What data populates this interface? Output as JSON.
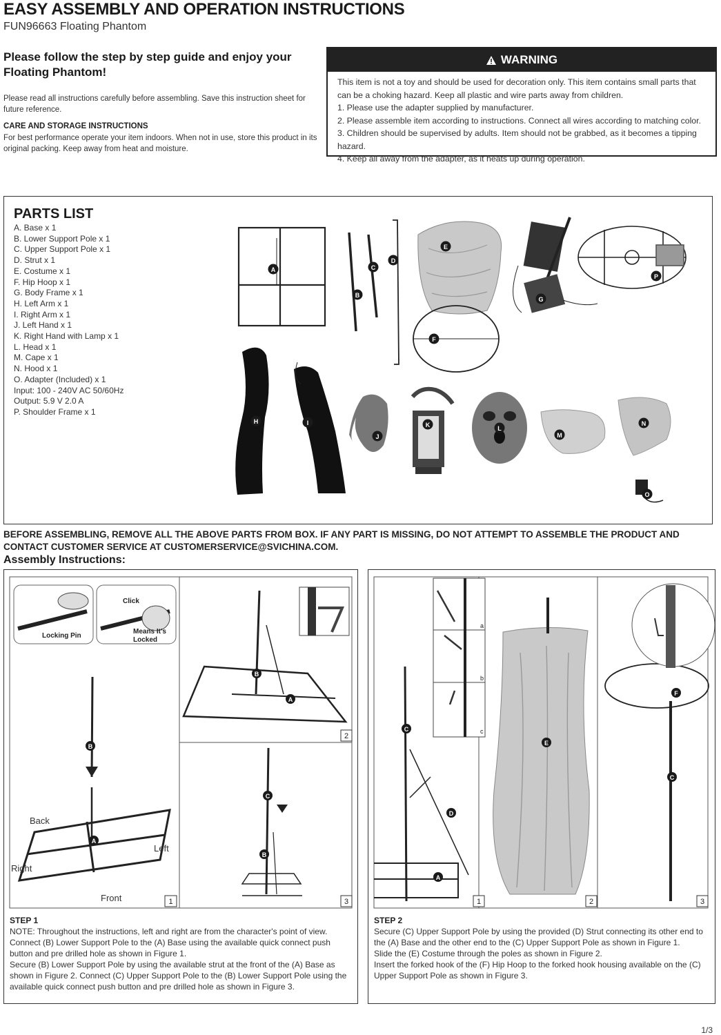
{
  "header": {
    "title": "EASY ASSEMBLY AND OPERATION INSTRUCTIONS",
    "model": "FUN96663 Floating Phantom"
  },
  "intro": {
    "heading_line1": "Please follow the step by step guide and enjoy your",
    "heading_line2": "Floating Phantom!",
    "text": "Please read all instructions carefully before assembling. Save this instruction sheet for future reference.",
    "care_heading": "CARE AND STORAGE INSTRUCTIONS",
    "care_text": "For best performance operate your item indoors. When not in use, store this product in its original packing. Keep away from heat and moisture."
  },
  "warning": {
    "title": "WARNING",
    "lines": [
      "This item is not a toy and should be used for decoration only. This item contains small parts that can be a choking hazard. Keep all plastic and wire parts away from children.",
      "1. Please use the adapter supplied by manufacturer.",
      "2. Please assemble item according to instructions. Connect all wires according to matching color.",
      "3. Children should be supervised by adults. Item should not be grabbed, as it becomes a tipping hazard.",
      "4. Keep all away from the adapter, as it heats up during operation."
    ]
  },
  "parts": {
    "title": "PARTS LIST",
    "items": [
      "A. Base x 1",
      "B. Lower Support Pole x 1",
      "C. Upper Support Pole x 1",
      "D. Strut x 1",
      "E. Costume x 1",
      "F. Hip Hoop x 1",
      "G. Body Frame x 1",
      "H. Left Arm x 1",
      "I. Right Arm x 1",
      "J. Left Hand x 1",
      "K. Right Hand with Lamp x 1",
      "L. Head x 1",
      "M. Cape x 1",
      "N. Hood x 1",
      "O. Adapter (Included) x 1",
      "Input: 100 - 240V AC 50/60Hz",
      "Output: 5.9 V 2.0 A",
      "P. Shoulder Frame x 1"
    ],
    "labels": {
      "a": "A",
      "b": "B",
      "c": "C",
      "d": "D",
      "e": "E",
      "f": "F",
      "g": "G",
      "h": "H",
      "i": "I",
      "j": "J",
      "k": "K",
      "l": "L",
      "m": "M",
      "n": "N",
      "o": "O",
      "p": "P"
    }
  },
  "notice": "BEFORE ASSEMBLING, REMOVE ALL THE ABOVE PARTS FROM BOX. IF ANY PART IS MISSING, DO NOT ATTEMPT TO ASSEMBLE THE PRODUCT AND CONTACT CUSTOMER SERVICE AT CUSTOMERSERVICE@SVICHINA.COM.",
  "assembly_heading": "Assembly Instructions:",
  "step1": {
    "figure_labels": {
      "locking_pin": "Locking Pin",
      "click": "Click",
      "means_locked_1": "Means It's",
      "means_locked_2": "Locked",
      "back": "Back",
      "left": "Left",
      "right": "Right",
      "front": "Front",
      "fig1": "1",
      "fig2": "2",
      "fig3": "3"
    },
    "title": "STEP 1",
    "lines": [
      "NOTE: Throughout the instructions, left and right are from the character's point of view.",
      "Connect (B) Lower Support Pole to the (A) Base using the available quick connect push button and pre drilled hole as shown in Figure 1.",
      "Secure (B) Lower Support Pole by using the available strut at the front of the (A) Base as shown in Figure 2. Connect (C) Upper Support Pole to the (B) Lower Support Pole using the available quick connect push button and pre drilled hole as shown in Figure 3."
    ]
  },
  "step2": {
    "figure_labels": {
      "a": "a",
      "b": "b",
      "c": "c",
      "fig1": "1",
      "fig2": "2",
      "fig3": "3"
    },
    "title": "STEP 2",
    "lines": [
      "Secure (C) Upper Support Pole by using the provided (D) Strut connecting its other end to the (A) Base and the other end to the (C) Upper Support Pole as shown in Figure 1.",
      "Slide the (E) Costume through the poles as shown in Figure 2.",
      "Insert the forked hook of the (F) Hip Hoop to the forked hook housing available on the (C) Upper Support Pole as shown in Figure 3."
    ]
  },
  "page_number": "1/3"
}
